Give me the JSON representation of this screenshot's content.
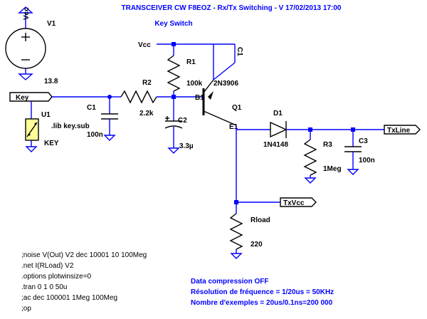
{
  "title": "TRANSCEIVER CW F8EOZ - Rx/Tx Switching - V 17/02/2013 17:00",
  "subtitle": "Key Switch",
  "colors": {
    "wire": "#0000ff",
    "component": "#000000",
    "text_blue": "#0000ff"
  },
  "components": {
    "vcc_source": {
      "ref": "V1",
      "type_label": "Vcc",
      "value": "13.8"
    },
    "u1": {
      "ref": "U1",
      "line1": ".lib key.sub",
      "line2": "KEY"
    },
    "c1": {
      "ref": "C1",
      "value": "100n"
    },
    "r2": {
      "ref": "R2",
      "value": "2.2k"
    },
    "c2": {
      "ref": "C2",
      "value": "3.3µ"
    },
    "r1": {
      "ref": "R1",
      "value": "100k"
    },
    "q1": {
      "ref": "Q1",
      "model": "2N3906",
      "base_label": "B1",
      "emitter_label": "E1",
      "collector_label": "C1"
    },
    "d1": {
      "ref": "D1",
      "model": "1N4148"
    },
    "r3": {
      "ref": "R3",
      "value": "1Meg"
    },
    "c3": {
      "ref": "C3",
      "value": "100n"
    },
    "rload": {
      "ref": "Rload",
      "value": "220"
    }
  },
  "nets": {
    "vcc": "Vcc",
    "key": "Key",
    "txline": "TxLine",
    "txvcc": "TxVcc"
  },
  "directives": [
    ";noise V(Out) V2 dec 10001 10 100Meg",
    ".net I(RLoad) V2",
    ".options plotwinsize=0",
    ".tran 0 1 0 50u",
    ";ac dec 100001 1Meg 100Meg",
    ";op"
  ],
  "notes": [
    "Data compression OFF",
    "Résolution de fréquence = 1/20us = 50KHz",
    "Nombre d'exemples = 20us/0.1ns=200 000"
  ]
}
